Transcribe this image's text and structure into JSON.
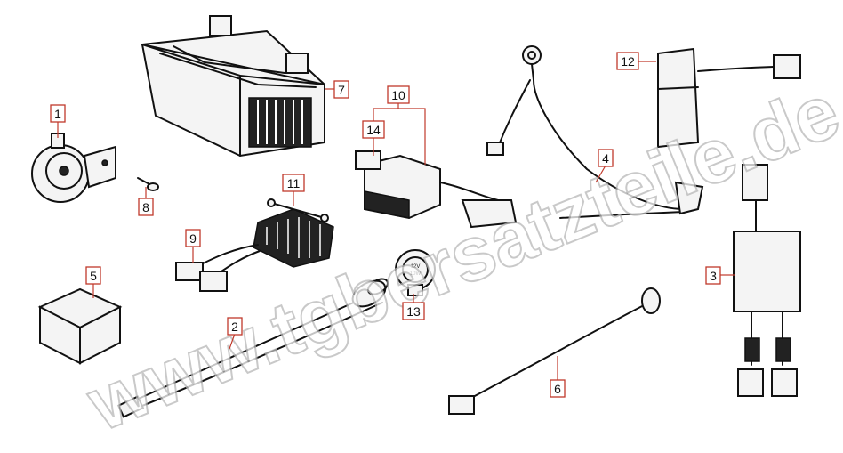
{
  "watermark": "www.tgbersatzteile.de",
  "part_numbers": [
    "1",
    "2",
    "3",
    "4",
    "5",
    "6",
    "7",
    "8",
    "9",
    "10",
    "11",
    "12",
    "13",
    "14"
  ],
  "socket_text": [
    "12V",
    "10W"
  ],
  "colors": {
    "label_border": "#c0392b",
    "line_art": "#111111",
    "watermark_outline": "#b8b8b8"
  }
}
